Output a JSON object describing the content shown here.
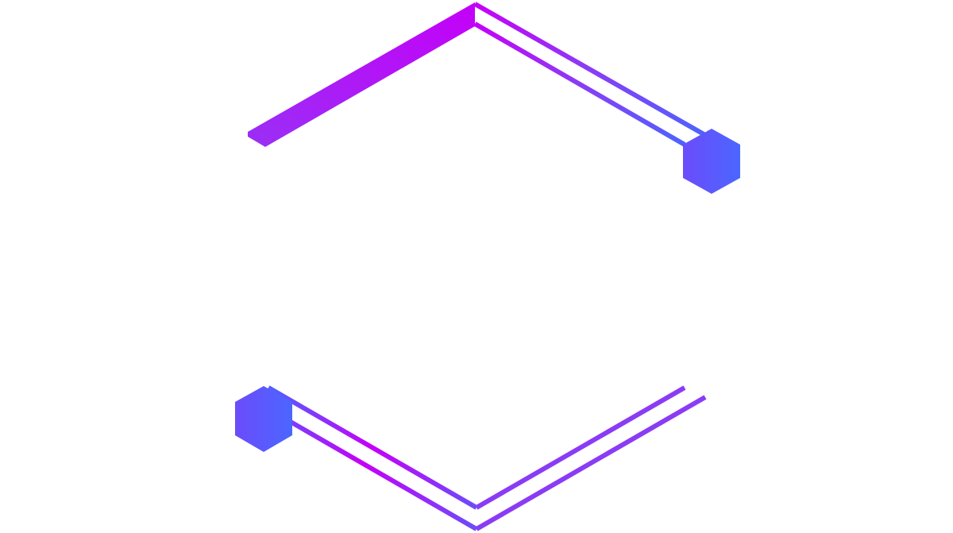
{
  "artwork": {
    "shape": "hexagon-frame",
    "gradient_start": "#c600f7",
    "gradient_mid": "#8a3cf5",
    "gradient_end": "#4d63ff",
    "corner_accents": [
      "top-right-hexagon",
      "bottom-left-hexagon"
    ],
    "background": "#ffffff"
  }
}
